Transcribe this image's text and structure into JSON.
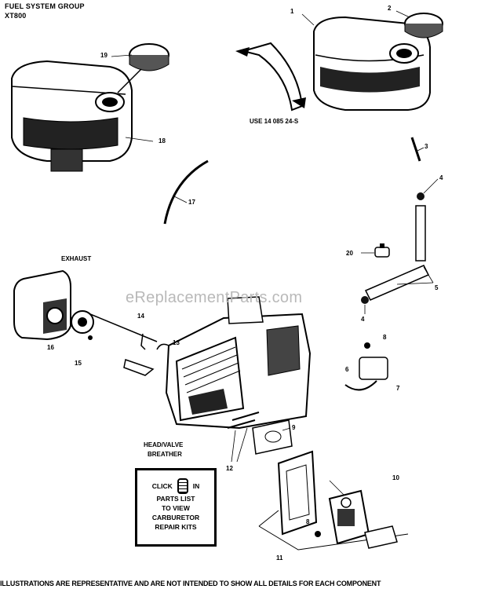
{
  "header": {
    "line1": "FUEL SYSTEM GROUP",
    "line2": "XT800"
  },
  "callouts": {
    "n1": "1",
    "n2": "2",
    "n3": "3",
    "n4a": "4",
    "n4b": "4",
    "n5": "5",
    "n6": "6",
    "n7": "7",
    "n8a": "8",
    "n8b": "8",
    "n9": "9",
    "n10": "10",
    "n11": "11",
    "n12": "12",
    "n13": "13",
    "n14": "14",
    "n15": "15",
    "n16": "16",
    "n17": "17",
    "n18": "18",
    "n19": "19",
    "n20": "20"
  },
  "labels": {
    "use_part": "USE 14 085 24-S",
    "exhaust": "EXHAUST",
    "head_valve": "HEAD/VALVE",
    "breather": "BREATHER"
  },
  "watermark": "eReplacementParts.com",
  "click_box": {
    "click": "CLICK",
    "in": "IN",
    "line2": "PARTS LIST",
    "line3": "TO VIEW",
    "line4": "CARBURETOR",
    "line5": "REPAIR KITS"
  },
  "footer": "ILLUSTRATIONS ARE REPRESENTATIVE AND ARE NOT INTENDED TO SHOW ALL DETAILS FOR EACH COMPONENT"
}
